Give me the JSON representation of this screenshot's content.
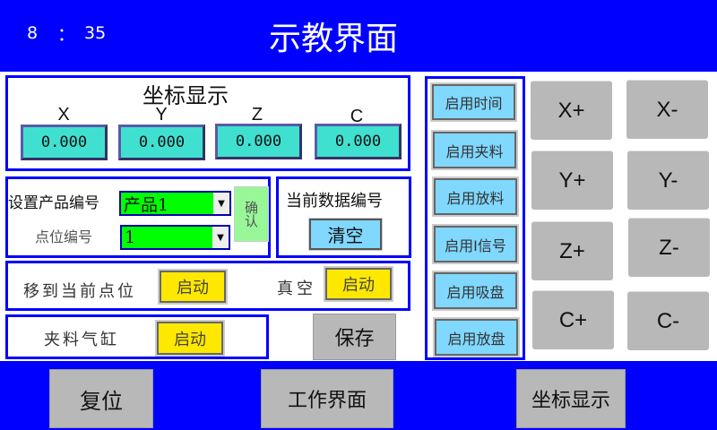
{
  "header": {
    "time_hour": "8",
    "time_sep": "：",
    "time_min": "35",
    "title": "示教界面"
  },
  "coords": {
    "title": "坐标显示",
    "axes": [
      {
        "label": "X",
        "value": "0.000"
      },
      {
        "label": "Y",
        "value": "0.000"
      },
      {
        "label": "Z",
        "value": "0.000"
      },
      {
        "label": "C",
        "value": "0.000"
      }
    ]
  },
  "product": {
    "label": "设置产品编号",
    "product_value": "产品1",
    "point_label": "点位编号",
    "point_value": "1",
    "confirm": "确认"
  },
  "data_no": {
    "label": "当前数据编号",
    "clear": "清空"
  },
  "move": {
    "label": "移到当前点位",
    "start": "启动",
    "vacuum_label": "真空",
    "vacuum_start": "启动"
  },
  "clamp": {
    "label": "夹料气缸",
    "start": "启动"
  },
  "save": "保存",
  "enable_buttons": [
    "启用时间",
    "启用夹料",
    "启用放料",
    "启用I信号",
    "启用吸盘",
    "启用放盘"
  ],
  "jog": [
    "X+",
    "X-",
    "Y+",
    "Y-",
    "Z+",
    "Z-",
    "C+",
    "C-"
  ],
  "footer": {
    "reset": "复位",
    "work": "工作界面",
    "coord": "坐标显示"
  }
}
